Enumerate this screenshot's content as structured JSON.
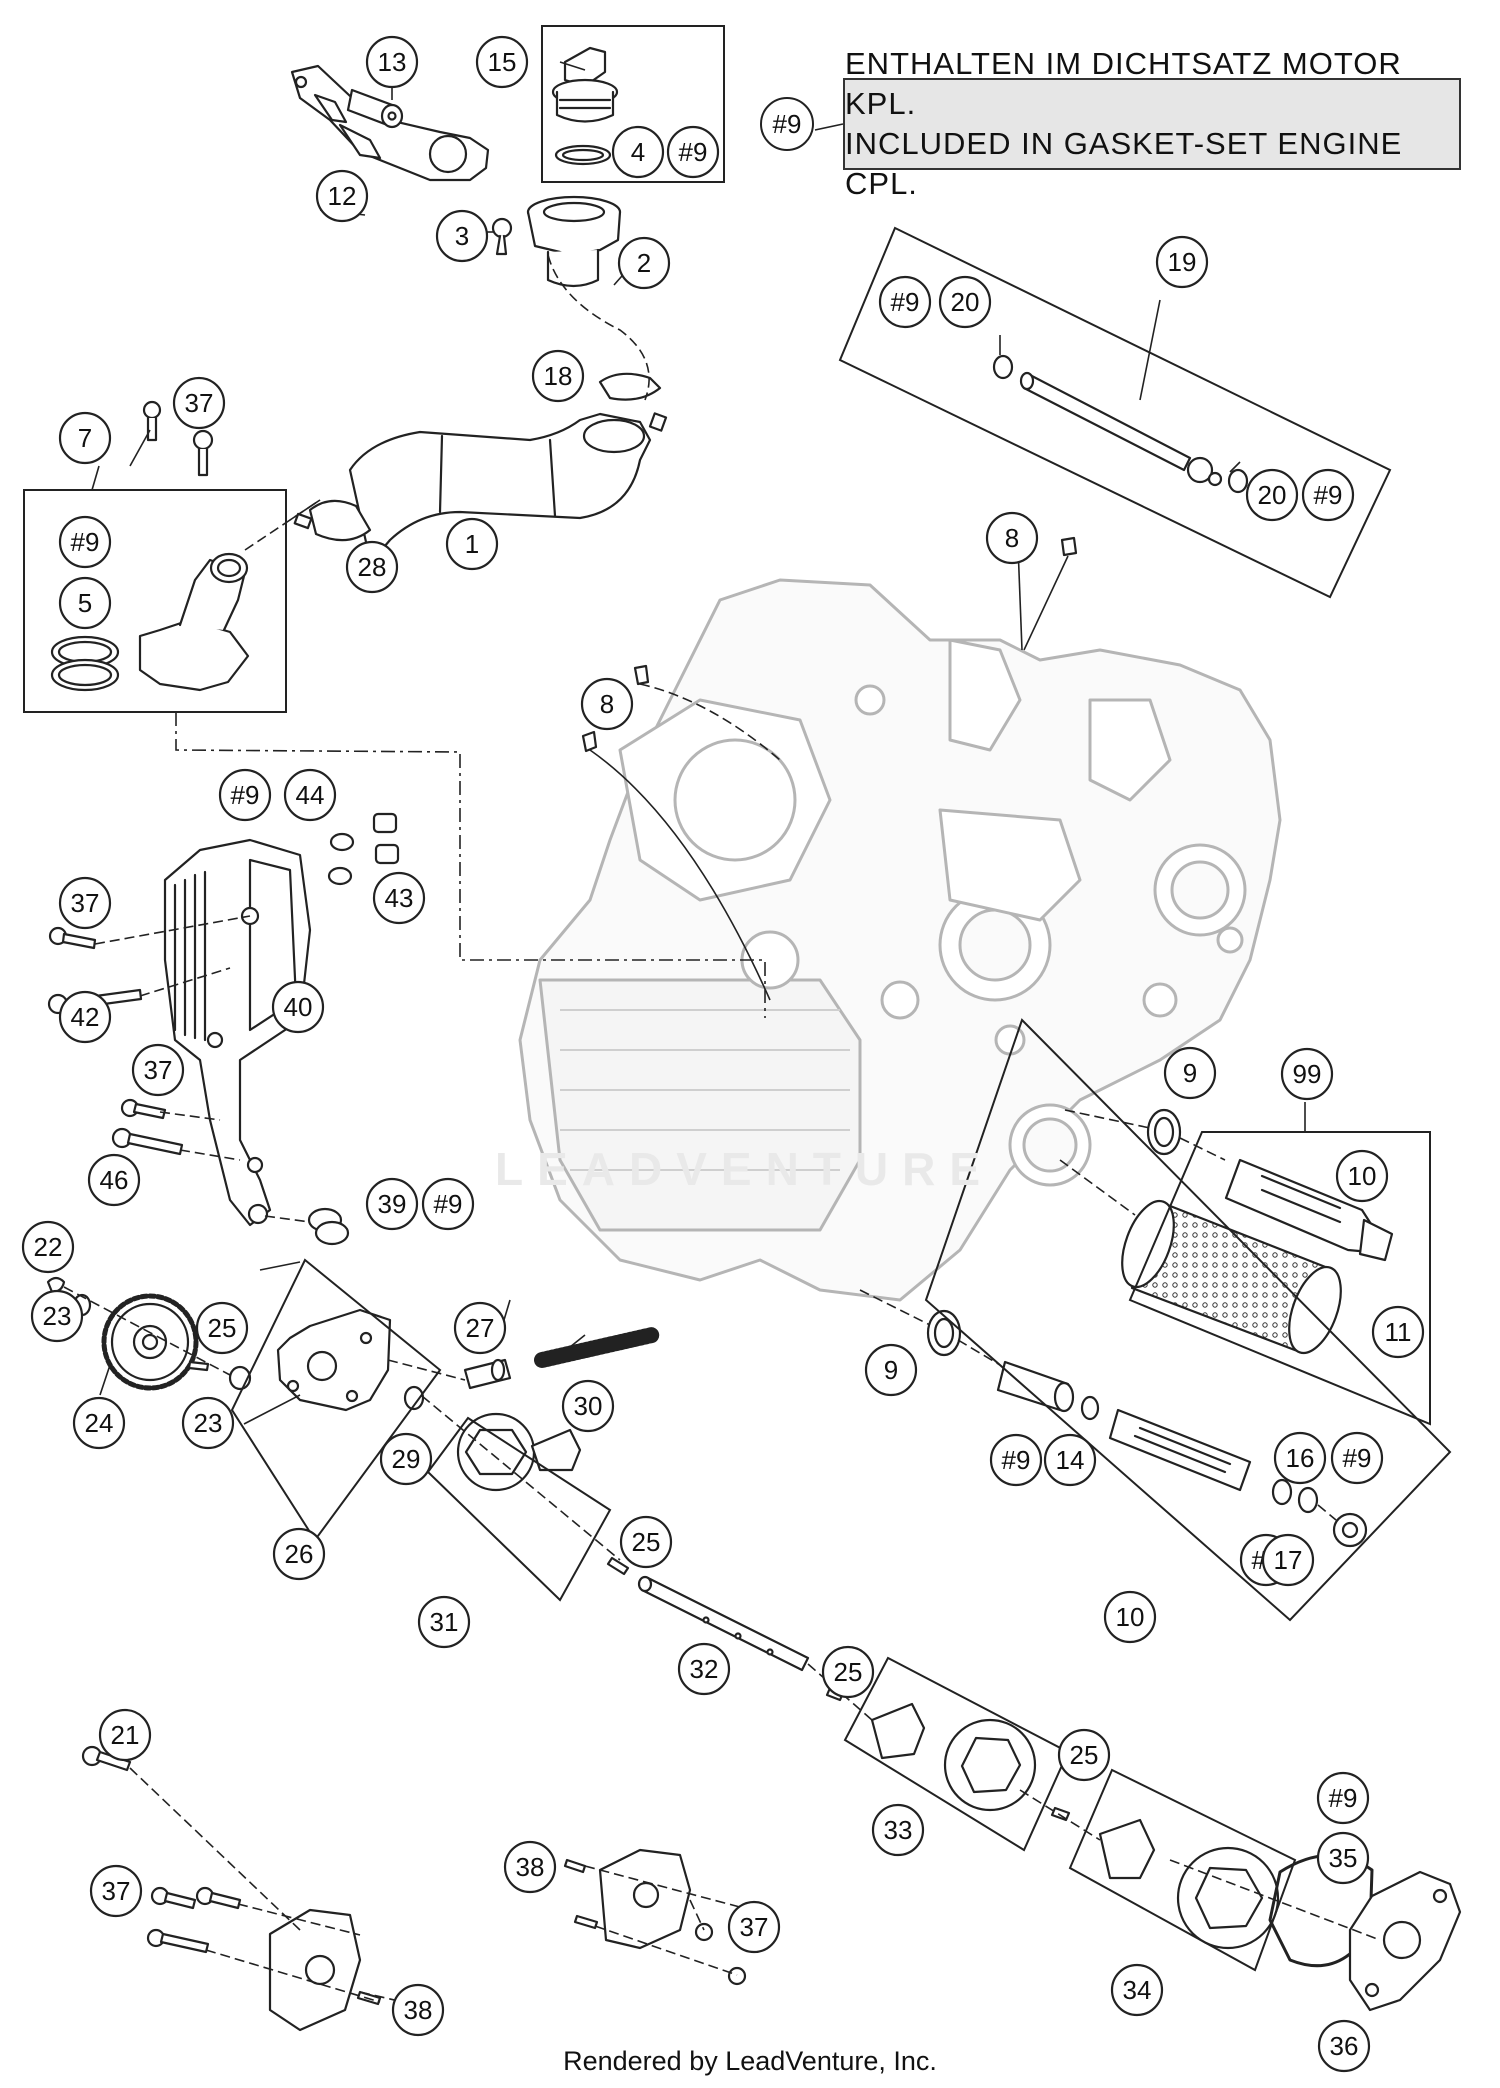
{
  "note": {
    "ref": "#9",
    "lines": [
      "ENTHALTEN IM DICHTSATZ MOTOR KPL.",
      "INCLUDED IN GASKET-SET ENGINE CPL."
    ]
  },
  "footer": "Rendered by LeadVenture, Inc.",
  "watermark": "LEADVENTURE",
  "callouts": [
    {
      "id": "c13",
      "label": "13"
    },
    {
      "id": "c15",
      "label": "15"
    },
    {
      "id": "c4",
      "label": "4"
    },
    {
      "id": "c9a",
      "label": "#9"
    },
    {
      "id": "c12",
      "label": "12"
    },
    {
      "id": "c3",
      "label": "3"
    },
    {
      "id": "c2",
      "label": "2"
    },
    {
      "id": "c19",
      "label": "19"
    },
    {
      "id": "c9b",
      "label": "#9"
    },
    {
      "id": "c20a",
      "label": "20"
    },
    {
      "id": "c18",
      "label": "18"
    },
    {
      "id": "c37a",
      "label": "37"
    },
    {
      "id": "c7",
      "label": "7"
    },
    {
      "id": "c20b",
      "label": "20"
    },
    {
      "id": "c9c",
      "label": "#9"
    },
    {
      "id": "c9d",
      "label": "#9"
    },
    {
      "id": "c1",
      "label": "1"
    },
    {
      "id": "c8a",
      "label": "8"
    },
    {
      "id": "c5",
      "label": "5"
    },
    {
      "id": "c28",
      "label": "28"
    },
    {
      "id": "c8b",
      "label": "8"
    },
    {
      "id": "c9e",
      "label": "#9"
    },
    {
      "id": "c44",
      "label": "44"
    },
    {
      "id": "c37b",
      "label": "37"
    },
    {
      "id": "c43",
      "label": "43"
    },
    {
      "id": "c42",
      "label": "42"
    },
    {
      "id": "c40",
      "label": "40"
    },
    {
      "id": "c37c",
      "label": "37"
    },
    {
      "id": "c9f",
      "label": "9"
    },
    {
      "id": "c99",
      "label": "99"
    },
    {
      "id": "c10a",
      "label": "10"
    },
    {
      "id": "c46",
      "label": "46"
    },
    {
      "id": "c39",
      "label": "39"
    },
    {
      "id": "c9g",
      "label": "#9"
    },
    {
      "id": "c22",
      "label": "22"
    },
    {
      "id": "c23a",
      "label": "23"
    },
    {
      "id": "c25a",
      "label": "25"
    },
    {
      "id": "c27",
      "label": "27"
    },
    {
      "id": "c11",
      "label": "11"
    },
    {
      "id": "c24",
      "label": "24"
    },
    {
      "id": "c23b",
      "label": "23"
    },
    {
      "id": "c30",
      "label": "30"
    },
    {
      "id": "c9h",
      "label": "9"
    },
    {
      "id": "c29",
      "label": "29"
    },
    {
      "id": "c9i",
      "label": "#9"
    },
    {
      "id": "c14",
      "label": "14"
    },
    {
      "id": "c16",
      "label": "16"
    },
    {
      "id": "c9j",
      "label": "#9"
    },
    {
      "id": "c26",
      "label": "26"
    },
    {
      "id": "c25b",
      "label": "25"
    },
    {
      "id": "c9k",
      "label": "#9"
    },
    {
      "id": "c17",
      "label": "17"
    },
    {
      "id": "c31",
      "label": "31"
    },
    {
      "id": "c10b",
      "label": "10"
    },
    {
      "id": "c32",
      "label": "32"
    },
    {
      "id": "c25c",
      "label": "25"
    },
    {
      "id": "c21",
      "label": "21"
    },
    {
      "id": "c25d",
      "label": "25"
    },
    {
      "id": "c33",
      "label": "33"
    },
    {
      "id": "c9l",
      "label": "#9"
    },
    {
      "id": "c38a",
      "label": "38"
    },
    {
      "id": "c35",
      "label": "35"
    },
    {
      "id": "c37d",
      "label": "37"
    },
    {
      "id": "c37e",
      "label": "37"
    },
    {
      "id": "c34",
      "label": "34"
    },
    {
      "id": "c38b",
      "label": "38"
    },
    {
      "id": "c36",
      "label": "36"
    }
  ]
}
